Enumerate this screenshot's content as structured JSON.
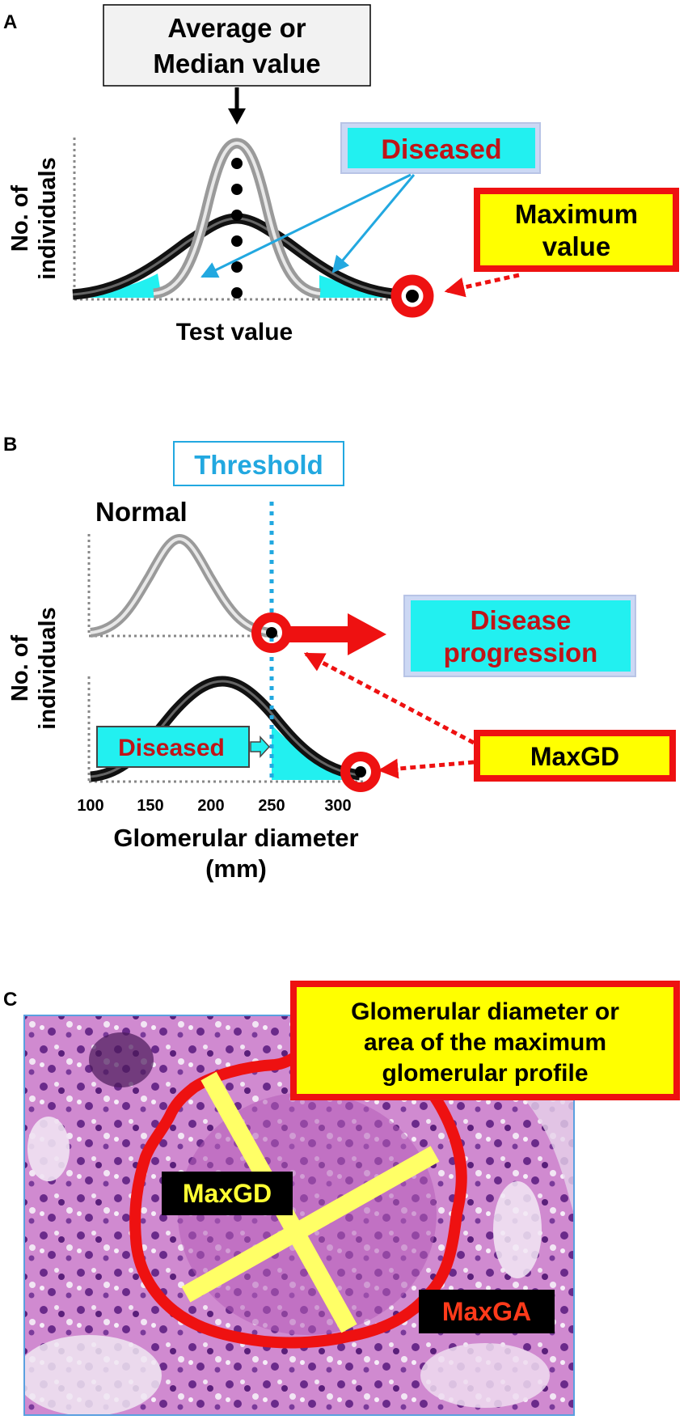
{
  "panel_a": {
    "letter": "A",
    "center_box": {
      "line1": "Average or",
      "line2": "Median value"
    },
    "y_label": {
      "line1": "No. of",
      "line2": "individuals"
    },
    "x_label": "Test value",
    "diseased_label": "Diseased",
    "max_box": {
      "line1": "Maximum",
      "line2": "value"
    }
  },
  "panel_b": {
    "letter": "B",
    "threshold_label": "Threshold",
    "normal_label": "Normal",
    "y_label": {
      "line1": "No. of",
      "line2": "individuals"
    },
    "progression_box": {
      "line1": "Disease",
      "line2": "progression"
    },
    "diseased_label": "Diseased",
    "maxgd_label": "MaxGD",
    "x_ticks": [
      "100",
      "150",
      "200",
      "250",
      "300"
    ],
    "x_label": {
      "line1": "Glomerular diameter",
      "line2": "(mm)"
    }
  },
  "panel_c": {
    "letter": "C",
    "callout": {
      "line1": "Glomerular diameter or",
      "line2": "area of the maximum",
      "line3": "glomerular profile"
    },
    "maxgd_label": "MaxGD",
    "maxga_label": "MaxGA"
  },
  "colors": {
    "red": "#ee1111",
    "cyan": "#22f0f0",
    "yellow": "#ffff00",
    "blue_text": "#22a8e0",
    "dark_red_text": "#c01418",
    "tissue_purple": "#c67ac8"
  }
}
